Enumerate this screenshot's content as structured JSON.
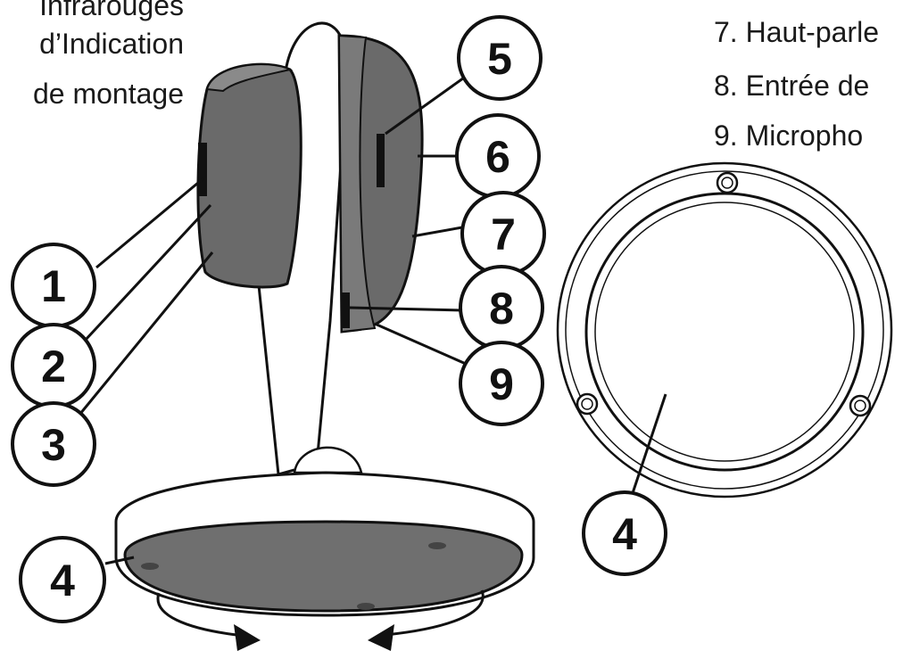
{
  "legend_left": {
    "line1": "Infrarouges",
    "line2": "d’Indication",
    "line3": "de montage"
  },
  "legend_right": {
    "item7": "7. Haut-parle",
    "item8": "8. Entrée de",
    "item9": "9. Micropho"
  },
  "callouts": {
    "c1": "1",
    "c2": "2",
    "c3": "3",
    "c4a": "4",
    "c4b": "4",
    "c5": "5",
    "c6": "6",
    "c7": "7",
    "c8": "8",
    "c9": "9"
  },
  "colors": {
    "body": "#6a6a6a",
    "outline": "#111111",
    "base_dark": "#6f6f6f"
  }
}
